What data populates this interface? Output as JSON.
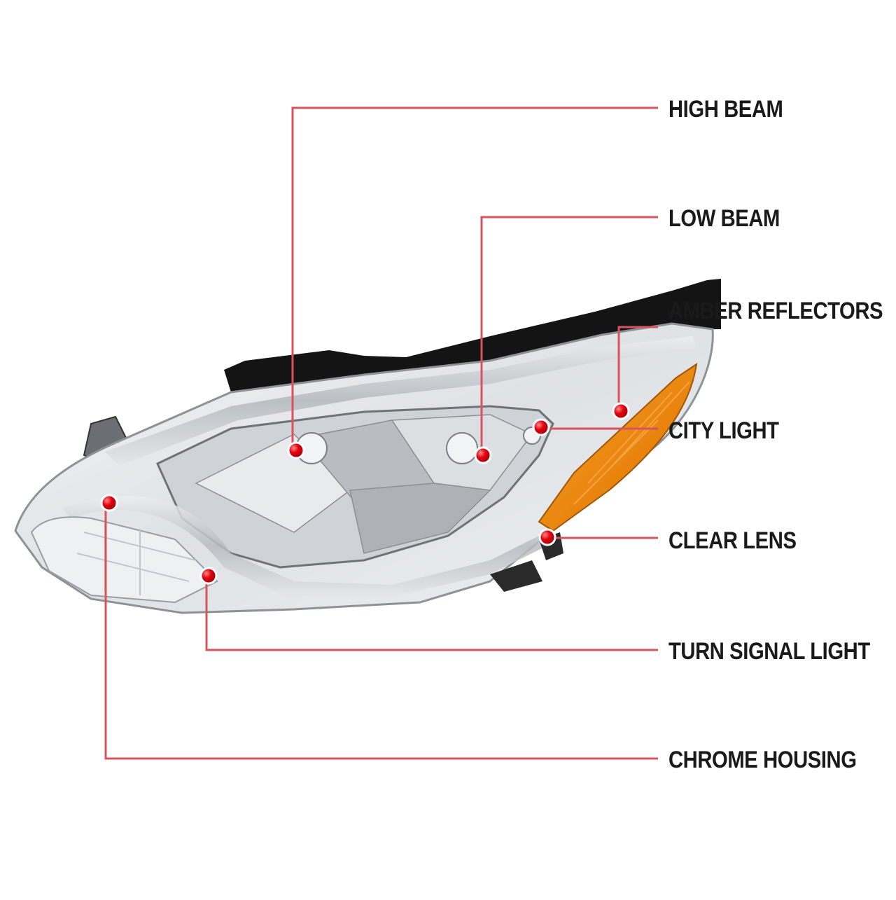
{
  "diagram": {
    "callout_labels": [
      "HIGH BEAM",
      "LOW BEAM",
      "AMBER REFLECTORS",
      "CITY LIGHT",
      "CLEAR LENS",
      "TURN SIGNAL LIGHT",
      "CHROME HOUSING"
    ]
  },
  "colors": {
    "leader_line": "#d9535c",
    "marker": "#e3000f",
    "amber": "#f08c10",
    "housing_dark": "#141414",
    "chrome": "#c9ccd0"
  }
}
